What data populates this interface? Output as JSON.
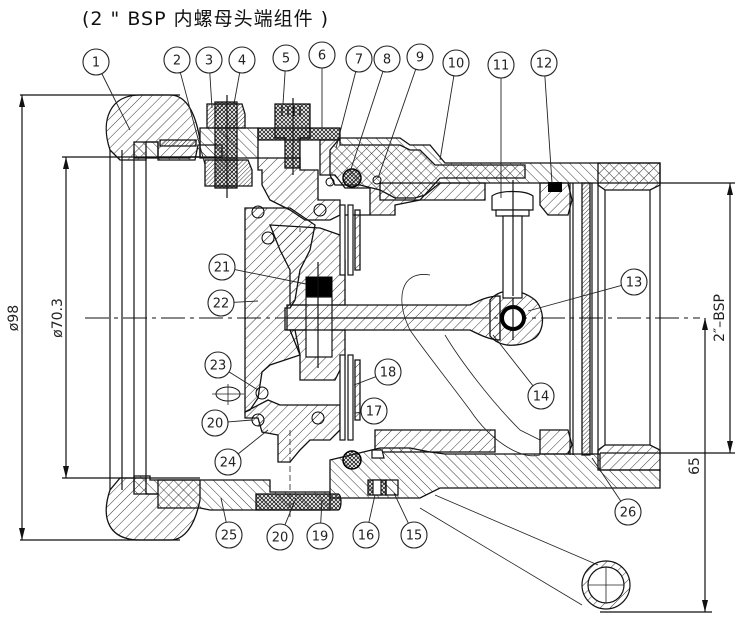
{
  "title": "(2 \" BSP  内螺母头端组件 )",
  "drawing": {
    "subject": "2\" BSP female-thread coupling head end assembly (cross-section)",
    "dimensions": {
      "outer_diameter": "ø98",
      "inner_diameter": "ø70.3",
      "thread": "2″–BSP",
      "length": "65"
    },
    "balloons": [
      {
        "id": "1",
        "label": "1"
      },
      {
        "id": "2",
        "label": "2"
      },
      {
        "id": "3",
        "label": "3"
      },
      {
        "id": "4",
        "label": "4"
      },
      {
        "id": "5",
        "label": "5"
      },
      {
        "id": "6",
        "label": "6"
      },
      {
        "id": "7",
        "label": "7"
      },
      {
        "id": "8",
        "label": "8"
      },
      {
        "id": "9",
        "label": "9"
      },
      {
        "id": "10",
        "label": "10"
      },
      {
        "id": "11",
        "label": "11"
      },
      {
        "id": "12",
        "label": "12"
      },
      {
        "id": "13",
        "label": "13"
      },
      {
        "id": "14",
        "label": "14"
      },
      {
        "id": "15",
        "label": "15"
      },
      {
        "id": "16",
        "label": "16"
      },
      {
        "id": "17",
        "label": "17"
      },
      {
        "id": "18",
        "label": "18"
      },
      {
        "id": "19",
        "label": "19"
      },
      {
        "id": "20a",
        "label": "20"
      },
      {
        "id": "20b",
        "label": "20"
      },
      {
        "id": "21",
        "label": "21"
      },
      {
        "id": "22",
        "label": "22"
      },
      {
        "id": "23",
        "label": "23"
      },
      {
        "id": "24",
        "label": "24"
      },
      {
        "id": "25",
        "label": "25"
      },
      {
        "id": "26",
        "label": "26"
      }
    ]
  }
}
